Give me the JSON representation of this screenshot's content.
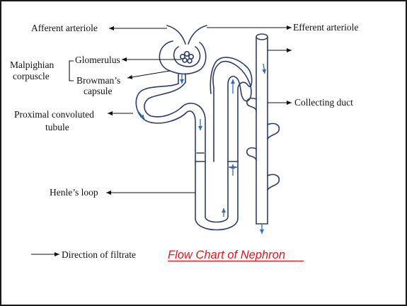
{
  "labels": {
    "afferent_arteriole": "Afferent arteriole",
    "efferent_arteriole": "Efferent arteriole",
    "malpighian_line1": "Malpighian",
    "malpighian_line2": "corpuscle",
    "glomerulus": "Glomerulus",
    "bowmans_line1": "Browman’s",
    "bowmans_line2": "capsule",
    "collecting_duct": "Collecting duct",
    "proximal_line1": "Proximal convoluted",
    "proximal_line2": "tubule",
    "henles_loop": "Henle’s loop",
    "legend_direction": "Direction of filtrate"
  },
  "title": "Flow Chart of Nephron",
  "colors": {
    "title": "#e8141b",
    "outline": "#2b3c6e",
    "flow_arrow": "#2f6ab8",
    "border": "#1a1a1a"
  }
}
